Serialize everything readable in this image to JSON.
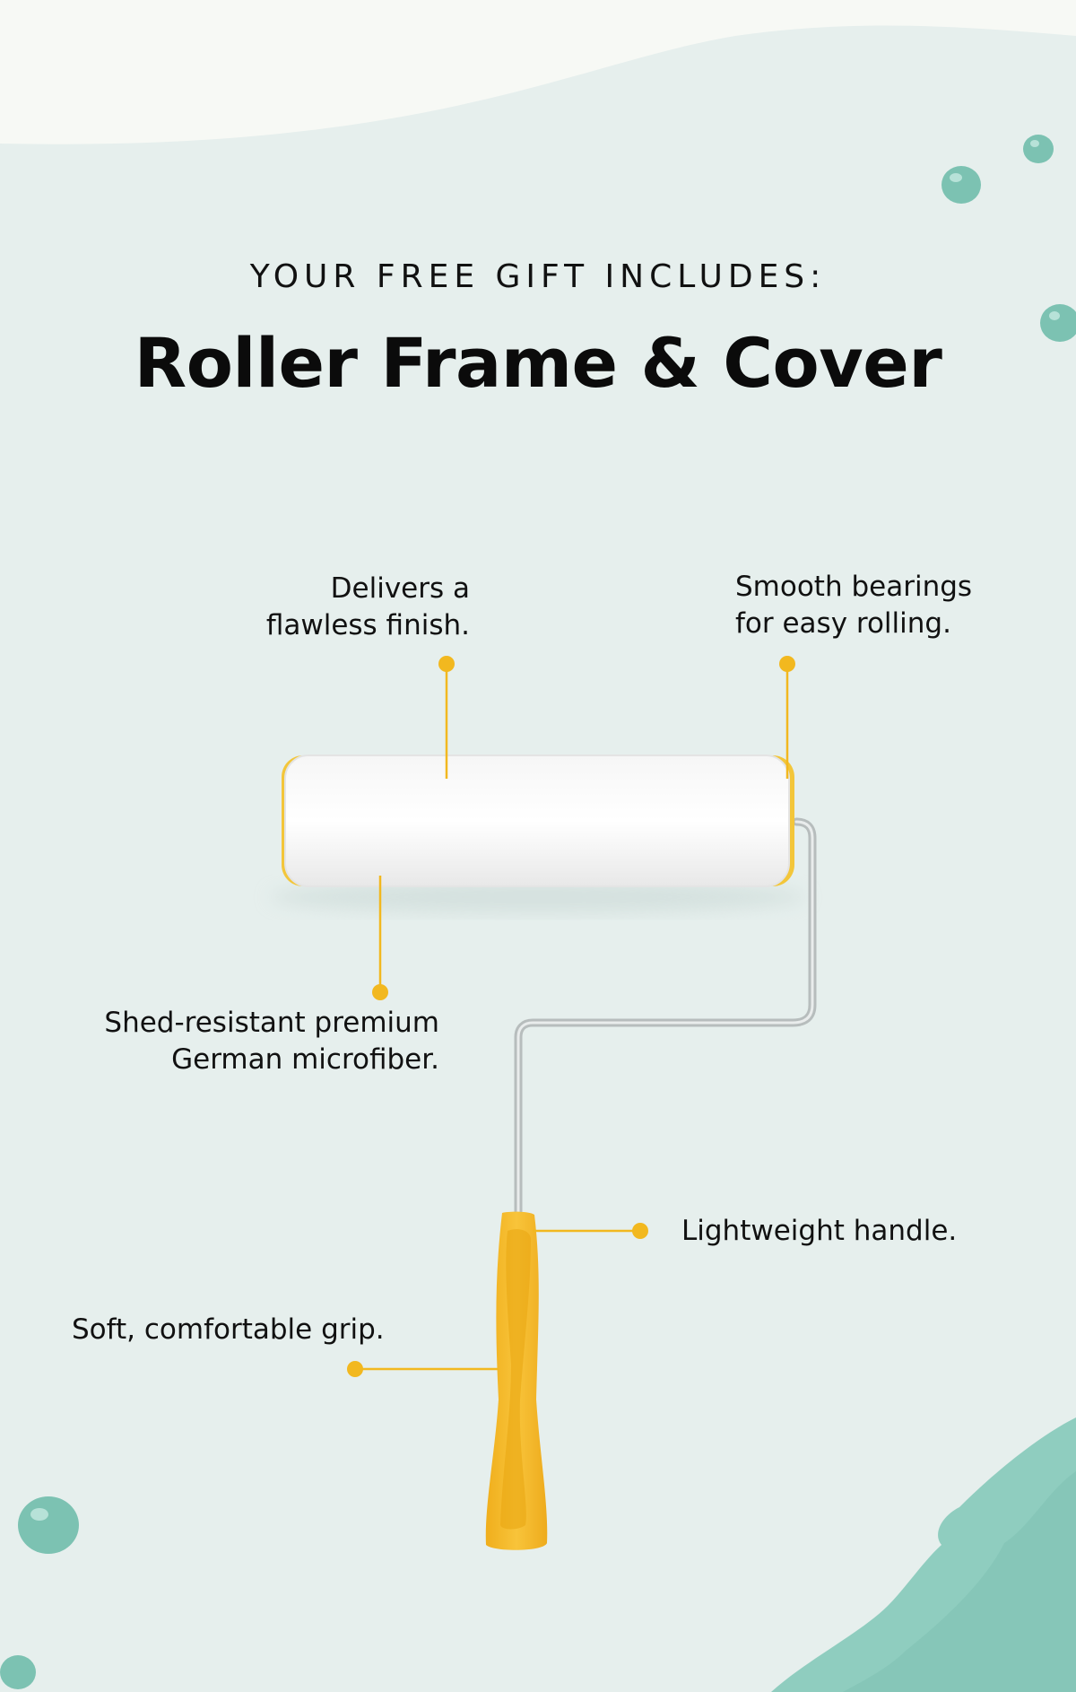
{
  "header": {
    "eyebrow": "YOUR FREE GIFT INCLUDES:",
    "title": "Roller Frame & Cover"
  },
  "callouts": {
    "finish": "Delivers a\nflawless finish.",
    "bearings": "Smooth bearings\nfor easy rolling.",
    "fiber": "Shed-resistant premium\nGerman microfiber.",
    "handle": "Lightweight handle.",
    "grip": "Soft, comfortable grip."
  },
  "colors": {
    "background": "#e6efed",
    "accent": "#f2b81f",
    "paint": "#8fcdbf",
    "handle": "#f7be2c"
  },
  "icons": {
    "product": "paint-roller-illustration",
    "decor": "paint-droplet"
  }
}
